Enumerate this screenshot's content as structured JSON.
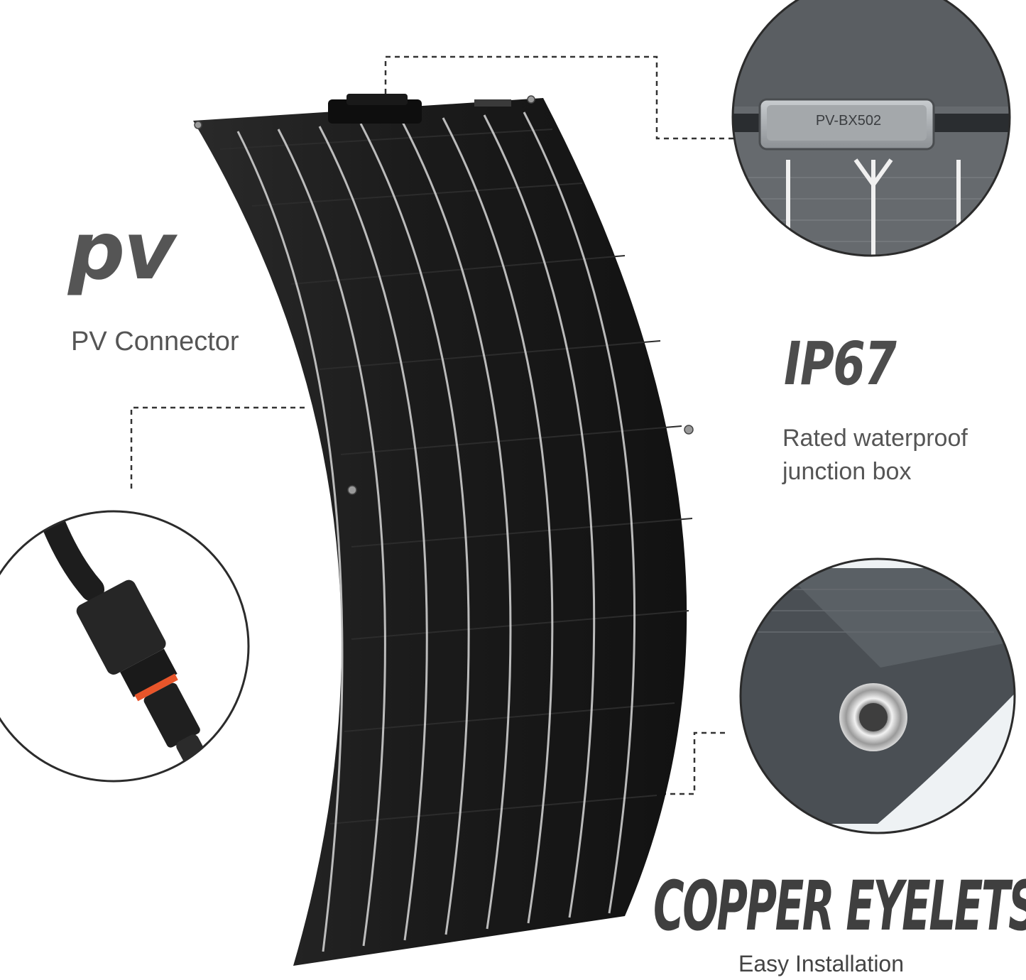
{
  "pv_connector": {
    "title": "pv",
    "subtitle": "PV Connector"
  },
  "junction_box": {
    "title": "IP67",
    "line1": "Rated waterproof",
    "line2": "junction box",
    "marking": "PV-BX502"
  },
  "eyelets": {
    "title": "COPPER EYELETS",
    "subtitle": "Easy Installation"
  },
  "colors": {
    "panel": "#1b1b1b",
    "text": "#555555",
    "connector_ring": "#e8552a"
  }
}
